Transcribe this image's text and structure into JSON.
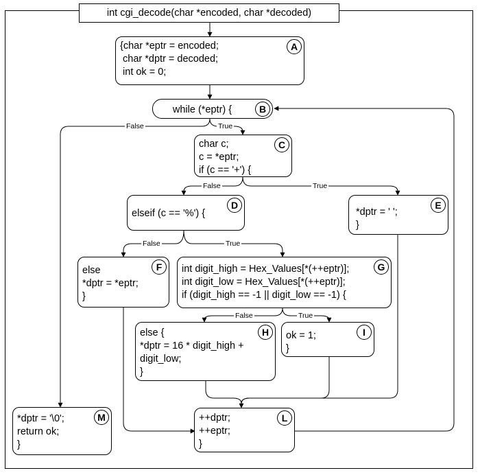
{
  "title": "int cgi_decode(char *encoded, char *decoded)",
  "nodes": {
    "A": {
      "badge": "A",
      "code": "{char *eptr = encoded;\n char *dptr = decoded;\n int ok = 0;"
    },
    "B": {
      "badge": "B",
      "code": "while (*eptr) {"
    },
    "C": {
      "badge": "C",
      "code": "char c;\nc = *eptr;\nif (c == '+') {"
    },
    "D": {
      "badge": "D",
      "code": "elseif (c == '%') {"
    },
    "E": {
      "badge": "E",
      "code": "*dptr = ' ';\n}"
    },
    "F": {
      "badge": "F",
      "code": "else\n*dptr = *eptr;\n}"
    },
    "G": {
      "badge": "G",
      "code": "int digit_high = Hex_Values[*(++eptr)];\nint digit_low = Hex_Values[*(++eptr)];\nif (digit_high == -1 || digit_low == -1) {"
    },
    "H": {
      "badge": "H",
      "code": "else {\n*dptr = 16 * digit_high +\ndigit_low;\n}"
    },
    "I": {
      "badge": "I",
      "code": "ok = 1;\n}"
    },
    "L": {
      "badge": "L",
      "code": "++dptr;\n++eptr;\n}"
    },
    "M": {
      "badge": "M",
      "code": "*dptr = '\\0';\nreturn ok;\n}"
    }
  },
  "edge_labels": {
    "B_false": "False",
    "B_true": "True",
    "C_false": "False",
    "C_true": "True",
    "D_false": "False",
    "D_true": "True",
    "G_false": "False",
    "G_true": "True"
  }
}
